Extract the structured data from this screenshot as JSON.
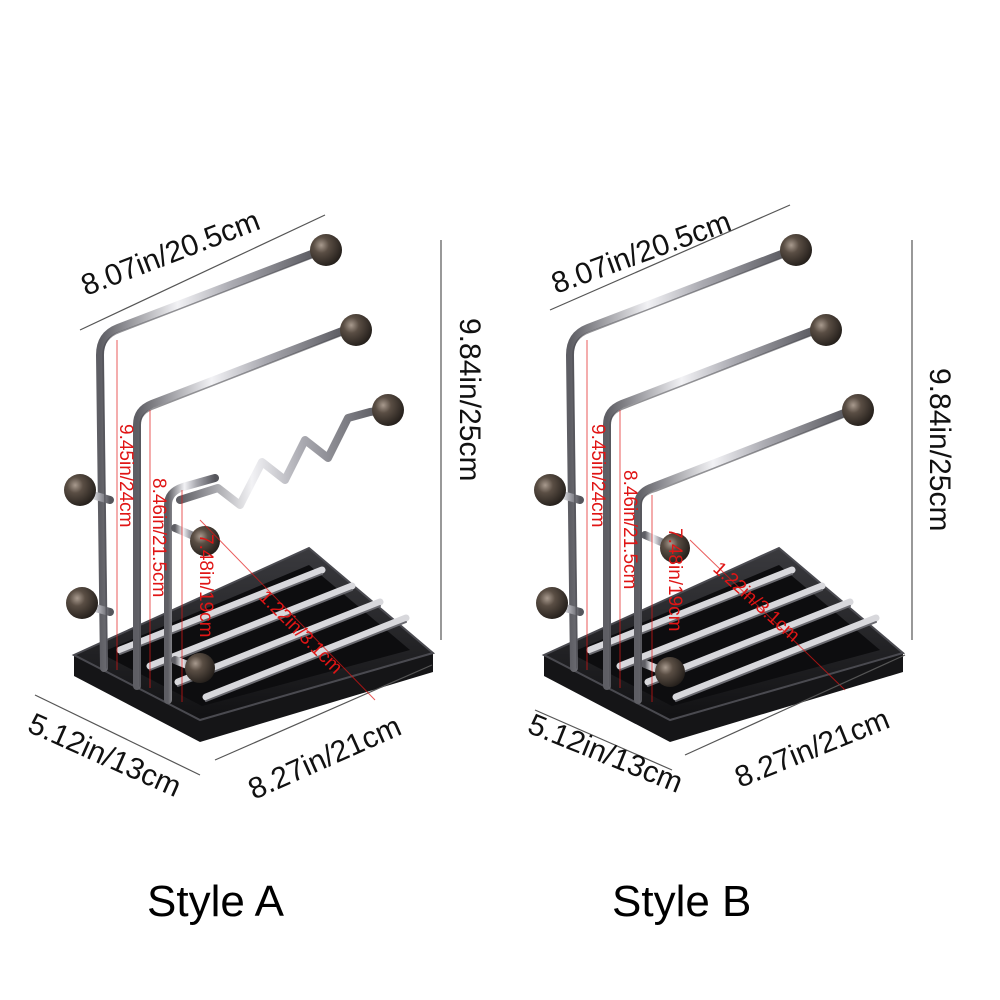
{
  "colors": {
    "background": "#ffffff",
    "tray": "#1b1b1d",
    "tray_edge": "#3a3a3e",
    "chrome_dark": "#6f6f75",
    "chrome_light": "#e6e6ea",
    "knob": "#4a4038",
    "dimension_text": "#111111",
    "dimension_red": "#e01515"
  },
  "products": [
    {
      "style_label": "Style A",
      "variant": "wavy-bar",
      "dims": {
        "top_width": "8.07in/20.5cm",
        "height": "9.84in/25cm",
        "depth": "5.12in/13cm",
        "base_width": "8.27in/21cm",
        "tall_bar": "9.45in/24cm",
        "mid_bar": "8.46in/21.5cm",
        "low_bar": "7.48in/19cm",
        "gap": "1.22in/3.1cm"
      }
    },
    {
      "style_label": "Style B",
      "variant": "straight-bar",
      "dims": {
        "top_width": "8.07in/20.5cm",
        "height": "9.84in/25cm",
        "depth": "5.12in/13cm",
        "base_width": "8.27in/21cm",
        "tall_bar": "9.45in/24cm",
        "mid_bar": "8.46in/21.5cm",
        "low_bar": "7.48in/19cm",
        "gap": "1.22in/3.1cm"
      }
    }
  ]
}
